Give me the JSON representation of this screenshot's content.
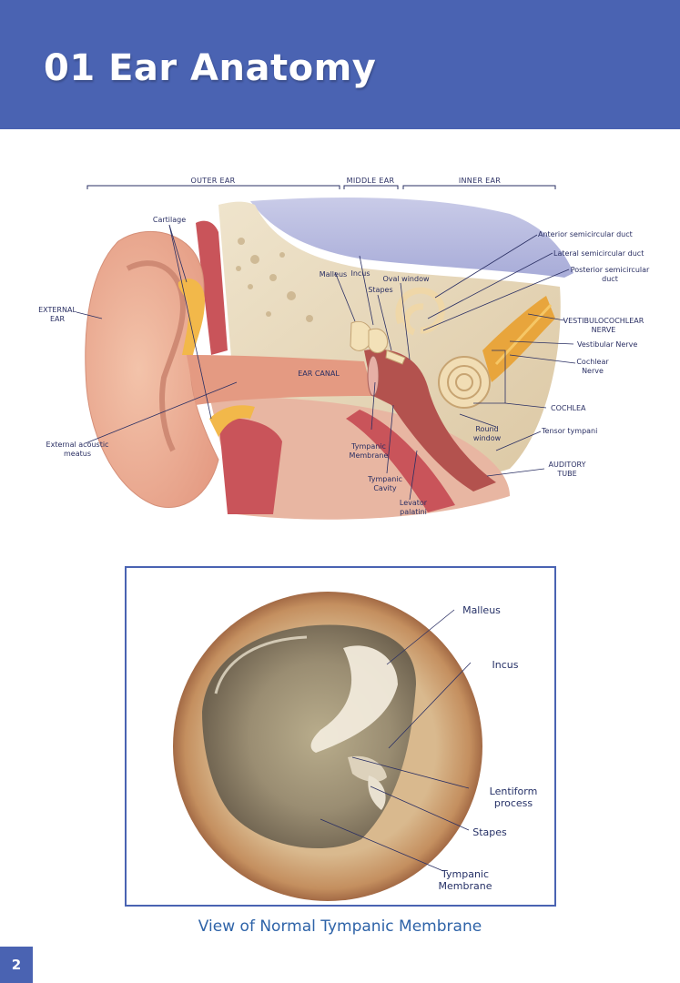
{
  "header": {
    "title": "01 Ear Anatomy",
    "band_color": "#4a63b2"
  },
  "ear_diagram": {
    "sections": {
      "outer": "OUTER EAR",
      "middle": "MIDDLE EAR",
      "inner": "INNER EAR"
    },
    "labels": {
      "cartilage": "Cartilage",
      "external_ear_1": "EXTERNAL",
      "external_ear_2": "EAR",
      "malleus": "Malleus",
      "incus": "Incus",
      "stapes": "Stapes",
      "oval_window": "Oval window",
      "anterior_duct": "Anterior semicircular duct",
      "lateral_duct": "Lateral semicircular duct",
      "posterior_duct_1": "Posterior semicircular",
      "posterior_duct_2": "duct",
      "vestibulocochlear_1": "VESTIBULOCOCHLEAR",
      "vestibulocochlear_2": "NERVE",
      "vestibular_nerve": "Vestibular Nerve",
      "cochlear_nerve_1": "Cochlear",
      "cochlear_nerve_2": "Nerve",
      "cochlea": "COCHLEA",
      "ear_canal": "EAR CANAL",
      "round_window_1": "Round",
      "round_window_2": "window",
      "tensor_tympani": "Tensor tympani",
      "auditory_tube_1": "AUDITORY",
      "auditory_tube_2": "TUBE",
      "external_meatus_1": "External acoustic",
      "external_meatus_2": "meatus",
      "tympanic_membrane_1": "Tympanic",
      "tympanic_membrane_2": "Membrane",
      "tympanic_cavity_1": "Tympanic",
      "tympanic_cavity_2": "Cavity",
      "levator_1": "Levator",
      "levator_2": "palatini"
    }
  },
  "tympanic_view": {
    "labels": {
      "malleus": "Malleus",
      "incus": "Incus",
      "lentiform_1": "Lentiform",
      "lentiform_2": "process",
      "stapes": "Stapes",
      "tympanic_1": "Tympanic",
      "tympanic_2": "Membrane"
    },
    "caption": "View of Normal Tympanic Membrane"
  },
  "page_number": "2"
}
